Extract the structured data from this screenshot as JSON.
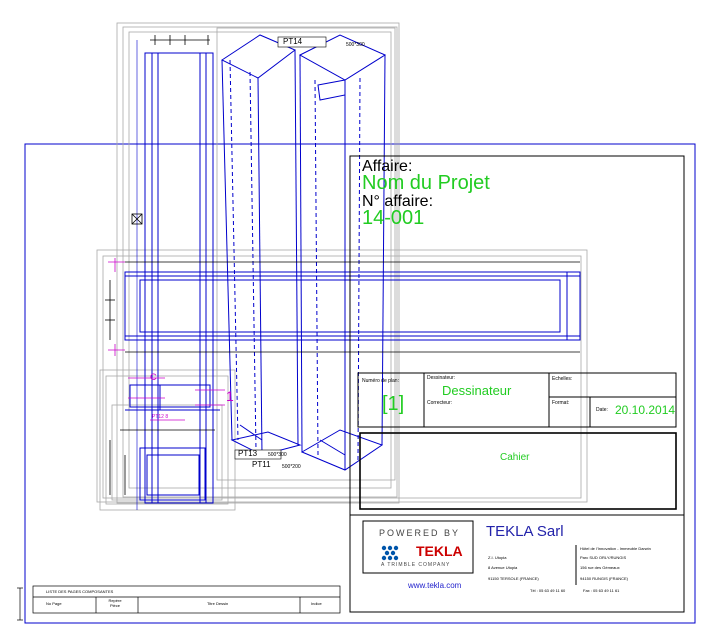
{
  "title_block": {
    "affaire_label": "Affaire:",
    "project_name": "Nom du Projet",
    "numero_affaire_label": "N° affaire:",
    "numero_affaire": "14-001",
    "numero_plan_label": "Numéro de plan:",
    "numero_plan": "[1]",
    "dessinateur_label": "Dessinateur:",
    "dessinateur": "Dessinateur",
    "correcteur_label": "Correcteur:",
    "echelles_label": "Echelles:",
    "format_label": "Format:",
    "date_label": "Date:",
    "date": "20.10.2014",
    "cahier": "Cahier"
  },
  "company": {
    "powered_by": "POWERED BY",
    "logo_text": "TEKLA",
    "trimble": "A TRIMBLE COMPANY",
    "name": "TEKLA Sarl",
    "website": "www.tekla.com",
    "address_col1": [
      "Z.I. Utopia",
      "8 Avenue Utopia",
      "91150 TERSOLE (FRANCE)"
    ],
    "address_col2": [
      "Hôtel de l'Innovation - Immeuble Darwin",
      "Parc SUD ORLY/RUNGIS",
      "156 rue des Gémeaux",
      "94150 RUNGIS (FRANCE)"
    ],
    "tel": "Tél : 05 63 49 11 60",
    "fax": "Fax : 05 63 49 11 61"
  },
  "components_table": {
    "title": "LISTE DES PAGES COMPOSANTES",
    "headers": [
      "No Page",
      "Repère Pièce",
      "Titre Dessin",
      "Indice"
    ]
  },
  "part_labels": {
    "top": "PT14",
    "top_profile": "500*300",
    "bottom1": "PT13",
    "bottom1_profile": "500*300",
    "bottom2": "PT11",
    "bottom2_profile": "500*200",
    "magenta_1": "1",
    "magenta_2": "C",
    "detail": "PT12 8"
  },
  "colors": {
    "frame": "#0000cc",
    "grey": "#a8a8a8",
    "text_green": "#22cc22",
    "dims": "#cc00cc",
    "black": "#000000"
  }
}
